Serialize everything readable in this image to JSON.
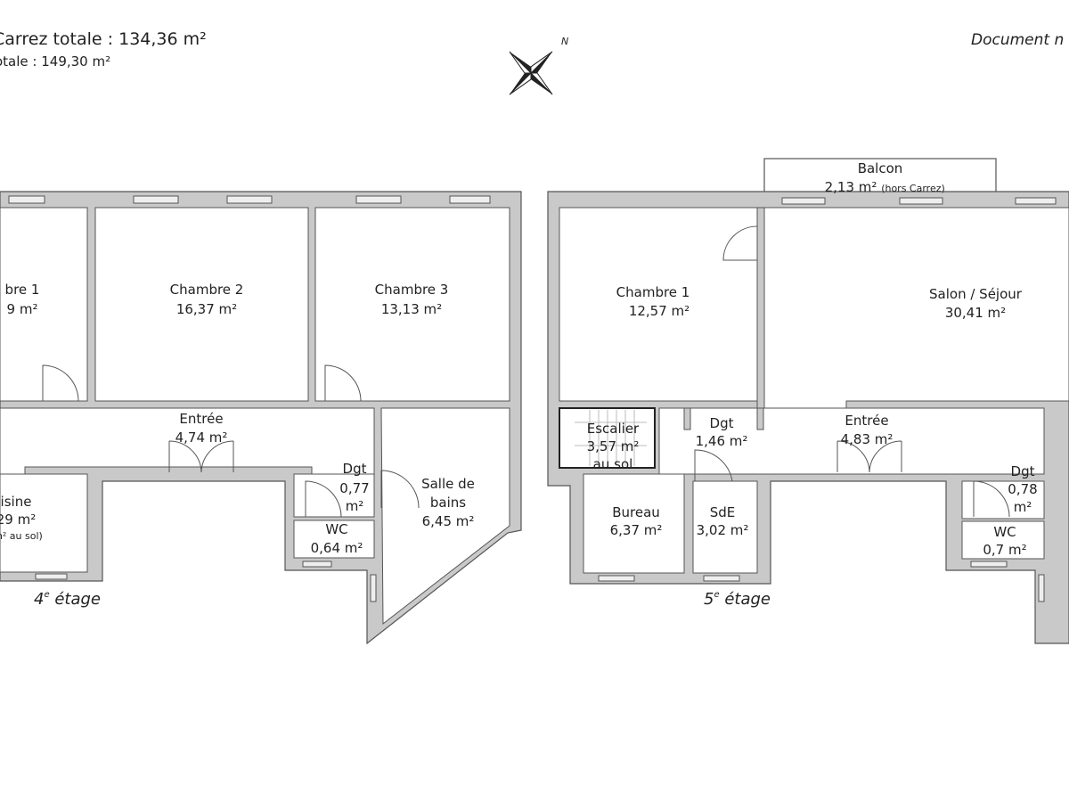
{
  "header": {
    "carrez_total": "Carrez totale :  134,36 m²",
    "surface_totale": "otale :  149,30 m²",
    "document_ref": "Document n"
  },
  "compass": {
    "north_label": "N"
  },
  "colors": {
    "wall": "#c9c9c9",
    "wall_outline": "#555555",
    "room": "#ffffff"
  },
  "floor4": {
    "label_num": "4",
    "label_sup": "e",
    "label_text": " étage",
    "rooms": [
      {
        "name": "bre 1",
        "area": "9 m²"
      },
      {
        "name": "Chambre 2",
        "area": "16,37 m²"
      },
      {
        "name": "Chambre 3",
        "area": "13,13 m²"
      },
      {
        "name": "Entrée",
        "area": "4,74 m²"
      },
      {
        "name": "isine",
        "area": "29 m²",
        "note": "m² au sol)"
      },
      {
        "name": "Dgt",
        "area": "0,77",
        "area2": "m²"
      },
      {
        "name": "WC",
        "area": "0,64 m²"
      },
      {
        "name": "Salle de",
        "name2": "bains",
        "area": "6,45 m²"
      }
    ]
  },
  "floor5": {
    "label_num": "5",
    "label_sup": "e",
    "label_text": " étage",
    "balcony": {
      "name": "Balcon",
      "area": "2,13 m²",
      "note": "(hors Carrez)"
    },
    "rooms": [
      {
        "name": "Chambre 1",
        "area": "12,57 m²"
      },
      {
        "name": "Salon / Séjour",
        "area": "30,41 m²"
      },
      {
        "name": "Escalier",
        "area": "3,57 m²",
        "note": "au sol"
      },
      {
        "name": "Dgt",
        "area": "1,46 m²"
      },
      {
        "name": "Entrée",
        "area": "4,83 m²"
      },
      {
        "name": "Bureau",
        "area": "6,37 m²"
      },
      {
        "name": "SdE",
        "area": "3,02 m²"
      },
      {
        "name": "Dgt",
        "area": "0,78",
        "area2": "m²"
      },
      {
        "name": "WC",
        "area": "0,7 m²"
      }
    ]
  }
}
